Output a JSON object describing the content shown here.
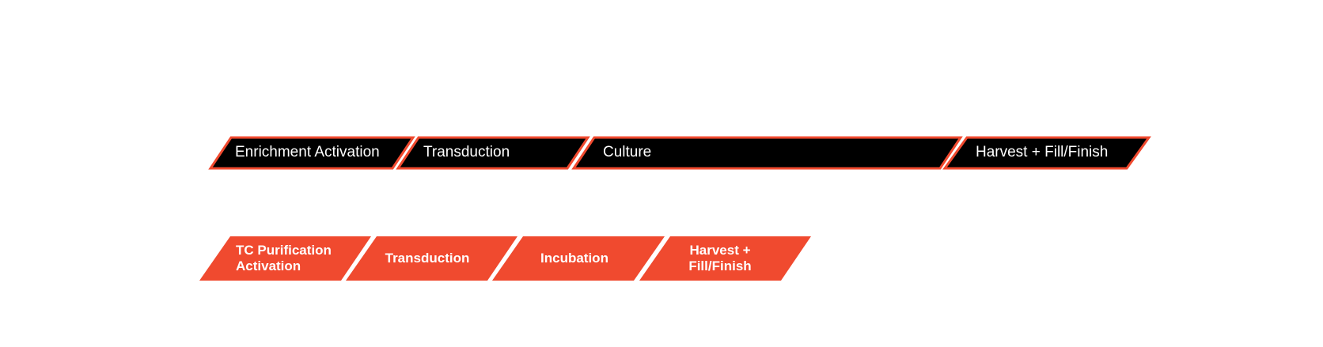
{
  "colors": {
    "accent": "#f04a2f",
    "dark_fill": "#000000",
    "text": "#ffffff",
    "background": "#ffffff"
  },
  "process_current": {
    "stages": [
      {
        "label": "Enrichment Activation"
      },
      {
        "label": "Transduction"
      },
      {
        "label": "Culture"
      },
      {
        "label": "Harvest + Fill/Finish"
      }
    ]
  },
  "process_new": {
    "stages": [
      {
        "line1": "TC Purification",
        "line2": "Activation"
      },
      {
        "line1": "Transduction",
        "line2": ""
      },
      {
        "line1": "Incubation",
        "line2": ""
      },
      {
        "line1": "Harvest +",
        "line2": "Fill/Finish"
      }
    ]
  }
}
